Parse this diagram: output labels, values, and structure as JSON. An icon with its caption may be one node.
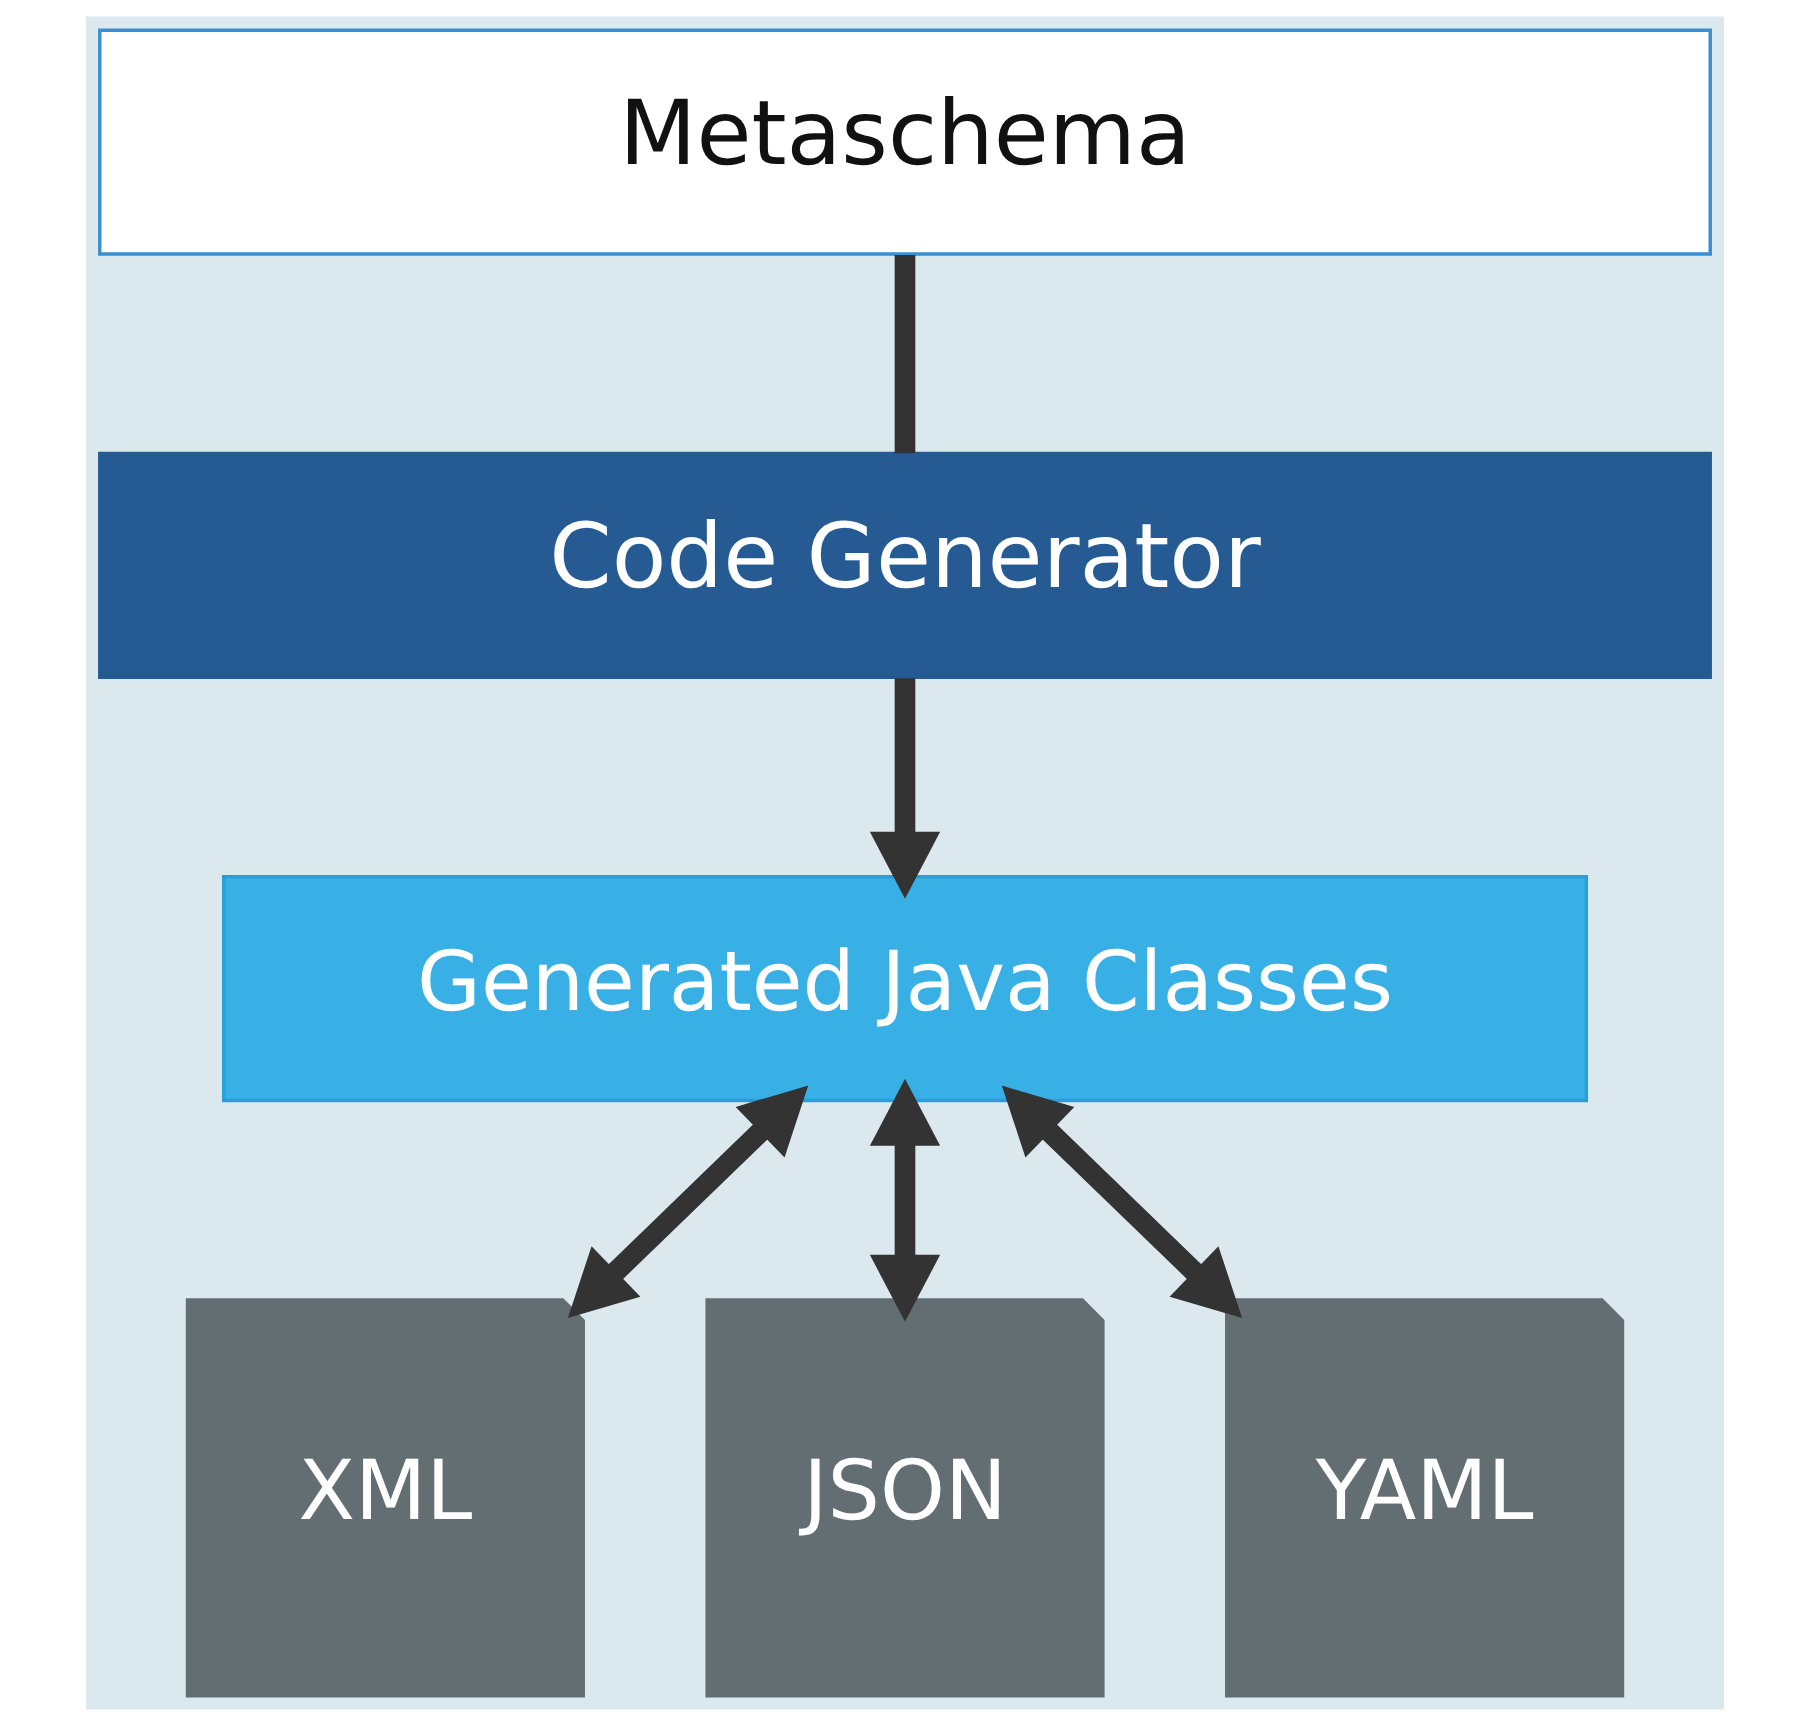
{
  "diagram": {
    "nodes": [
      {
        "text": [
          "Metaschema"
        ]
      },
      {
        "text": [
          "Code Generator"
        ]
      },
      {
        "text": [
          "Generated Java Classes"
        ]
      },
      {
        "text": [
          "XML"
        ]
      },
      {
        "text": [
          "JSON"
        ]
      },
      {
        "text": [
          "YAML"
        ]
      }
    ],
    "edges": [
      {
        "from": 0,
        "to": 1,
        "arrow": "none"
      },
      {
        "from": 1,
        "to": 2,
        "arrow": "to"
      },
      {
        "from": 2,
        "to": 3,
        "arrow": "both"
      },
      {
        "from": 2,
        "to": 4,
        "arrow": "both"
      },
      {
        "from": 2,
        "to": 5,
        "arrow": "both"
      }
    ]
  }
}
